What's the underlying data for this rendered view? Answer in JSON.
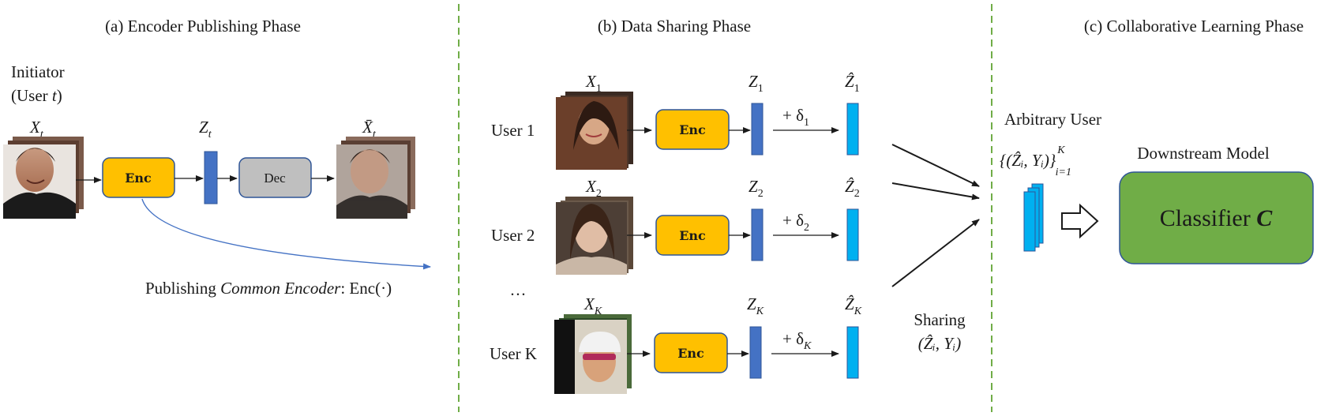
{
  "titles": {
    "a": "(a) Encoder Publishing Phase",
    "b": "(b) Data Sharing Phase",
    "c": "(c) Collaborative Learning Phase"
  },
  "phase_a": {
    "initiator_line1": "Initiator",
    "initiator_line2": "(User t)",
    "x_var": "X",
    "x_sub": "t",
    "z_var": "Z",
    "z_sub": "t",
    "xbar_var": "X̄",
    "xbar_sub": "t",
    "enc_label": "Enc",
    "dec_label": "Dec",
    "publish_prefix": "Publishing ",
    "publish_italic": "Common Encoder",
    "publish_suffix": ": Enc(·)"
  },
  "phase_b": {
    "enc_label": "Enc",
    "ellipsis": "···",
    "users": [
      {
        "label": "User 1",
        "x_sub": "1",
        "z_sub": "1",
        "delta": "+ δ",
        "delta_sub": "1"
      },
      {
        "label": "User 2",
        "x_sub": "2",
        "z_sub": "2",
        "delta": "+ δ",
        "delta_sub": "2"
      },
      {
        "label": "User K",
        "x_sub": "K",
        "z_sub": "K",
        "delta": "+ δ",
        "delta_sub": "K"
      }
    ],
    "x_var": "X",
    "z_var": "Z",
    "zhat_var": "Ẑ",
    "sharing_label": "Sharing",
    "sharing_pair": "(Ẑᵢ, Yᵢ)"
  },
  "phase_c": {
    "arbitrary_user": "Arbitrary User",
    "set_expr": "{(Ẑᵢ, Yᵢ)}",
    "set_sup": "K",
    "set_sub": "i=1",
    "downstream": "Downstream Model",
    "classifier_text": "Classifier ",
    "classifier_var": "C"
  },
  "colors": {
    "enc_fill": "#FFC000",
    "enc_stroke": "#2F5597",
    "dec_fill": "#BFBFBF",
    "z_bar": "#4472C4",
    "zhat_bar": "#00B0F0",
    "classifier_fill": "#70AD47",
    "classifier_stroke": "#2F5597",
    "divider": "#70AD47",
    "publish_arrow": "#4472C4"
  }
}
